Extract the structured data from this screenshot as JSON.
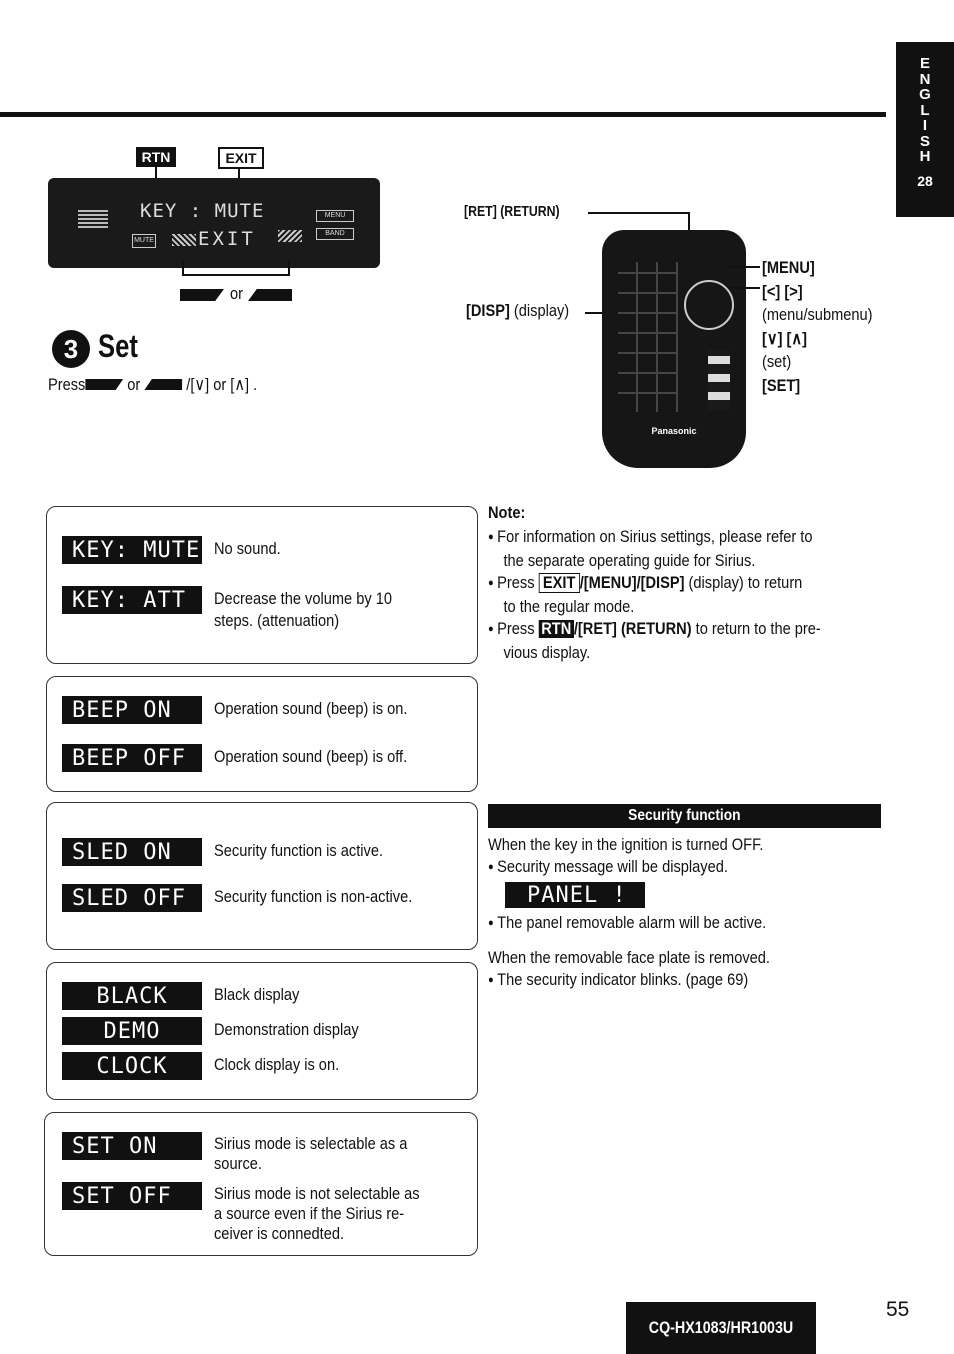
{
  "side_tab": {
    "language_letters": [
      "E",
      "N",
      "G",
      "L",
      "I",
      "S",
      "H"
    ],
    "chapter": "28"
  },
  "head_unit": {
    "rtn_label": "RTN",
    "exit_label": "EXIT",
    "display_text": "KEY : MUTE",
    "display_exit": "EXIT",
    "mute_btn": "MUTE",
    "menu_btn": "MENU",
    "band_btn": "BAND",
    "or_text": "or"
  },
  "step": {
    "number": "3",
    "title": "Set",
    "press": "Press",
    "or": "or",
    "instruction_tail": "/[∨] or [∧] ."
  },
  "remote": {
    "ret_label": "[RET] (RETURN)",
    "disp_label": "[DISP]",
    "disp_sub": "(display)",
    "menu_label": "[MENU]",
    "lr_label": "[<] [>]",
    "lr_sub": "(menu/submenu)",
    "ud_label": "[∨] [∧]",
    "ud_sub": "(set)",
    "set_label": "[SET]",
    "brand": "Panasonic"
  },
  "options": [
    {
      "rows": [
        {
          "lcd": "KEY: MUTE",
          "desc": [
            "No sound."
          ]
        },
        {
          "lcd": "KEY: ATT",
          "desc": [
            "Decrease  the  volume  by  10",
            "steps. (attenuation)"
          ]
        }
      ]
    },
    {
      "rows": [
        {
          "lcd": "BEEP  ON",
          "desc": [
            "Operation sound (beep) is on."
          ]
        },
        {
          "lcd": "BEEP  OFF",
          "desc": [
            "Operation sound (beep) is off."
          ]
        }
      ]
    },
    {
      "rows": [
        {
          "lcd": "SLED  ON",
          "desc": [
            "Security function is active."
          ]
        },
        {
          "lcd": "SLED  OFF",
          "desc": [
            "Security function is non-active."
          ]
        }
      ]
    },
    {
      "rows": [
        {
          "lcd": "BLACK",
          "desc": [
            "Black display"
          ]
        },
        {
          "lcd": "DEMO",
          "desc": [
            "Demonstration display"
          ]
        },
        {
          "lcd": "CLOCK",
          "desc": [
            "Clock display is on."
          ]
        }
      ]
    },
    {
      "rows": [
        {
          "lcd": "SET  ON",
          "desc": [
            "Sirius  mode  is  selectable  as  a",
            "source."
          ]
        },
        {
          "lcd": "SET  OFF",
          "desc": [
            "Sirius mode is not selectable as",
            "a  source  even  if  the  Sirius  re-",
            "ceiver is connedted."
          ]
        }
      ]
    }
  ],
  "note": {
    "title": "Note:",
    "item1": [
      "For information on Sirius settings, please refer to",
      "the separate operating guide for Sirius."
    ],
    "item2_press": "Press",
    "item2_key": "EXIT",
    "item2_mid": "/[MENU]/[DISP]",
    "item2_tail": " (display) to return",
    "item2_line2": "to the regular mode.",
    "item3_press": "Press",
    "item3_btn": "RTN",
    "item3_mid": "/[RET] (RETURN)",
    "item3_tail": " to return to the pre-",
    "item3_line2": "vious display."
  },
  "security": {
    "header": "Security function",
    "line1": "When the key in the ignition is turned OFF.",
    "bullet1": "Security message will be displayed.",
    "panel_lcd": "PANEL !",
    "bullet2": "The panel removable alarm will be active.",
    "line2": "When the removable face plate is removed.",
    "bullet3": "The security indicator blinks. (page 69)"
  },
  "footer": {
    "model": "CQ-HX1083/HR1003U",
    "page": "55"
  }
}
